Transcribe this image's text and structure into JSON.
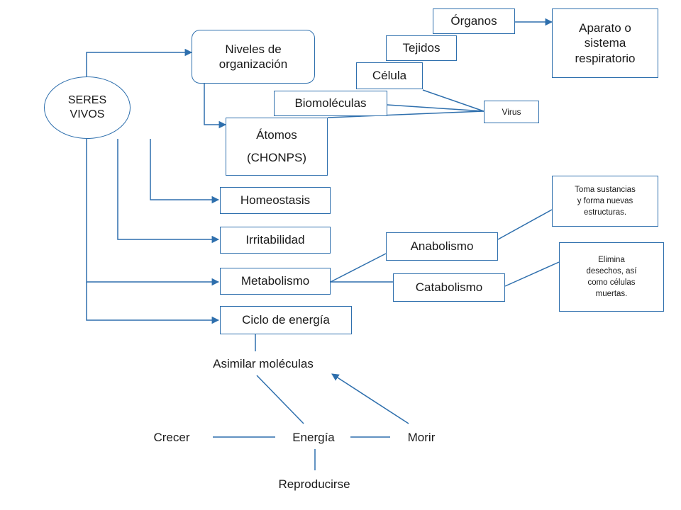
{
  "nodes": {
    "seres_vivos_line1": "SERES",
    "seres_vivos_line2": "VIVOS",
    "niveles_line1": "Niveles de",
    "niveles_line2": "organización",
    "atomos_line1": "Átomos",
    "atomos_line2": "(CHONPS)",
    "biomoleculas": "Biomoléculas",
    "celula": "Célula",
    "tejidos": "Tejidos",
    "organos": "Órganos",
    "aparato_line1": "Aparato o",
    "aparato_line2": "sistema",
    "aparato_line3": "respiratorio",
    "virus": "Virus",
    "homeostasis": "Homeostasis",
    "irritabilidad": "Irritabilidad",
    "metabolismo": "Metabolismo",
    "ciclo_energia": "Ciclo de energía",
    "anabolismo": "Anabolismo",
    "catabolismo": "Catabolismo",
    "toma_line1": "Toma sustancias",
    "toma_line2": "y forma nuevas",
    "toma_line3": "estructuras.",
    "elimina_line1": "Elimina",
    "elimina_line2": "desechos, así",
    "elimina_line3": "como células",
    "elimina_line4": "muertas.",
    "asimilar": "Asimilar moléculas",
    "crecer": "Crecer",
    "energia": "Energía",
    "morir": "Morir",
    "reproducirse": "Reproducirse"
  },
  "colors": {
    "stroke": "#2e6fad",
    "text": "#1a1a1a",
    "background": "#ffffff"
  }
}
